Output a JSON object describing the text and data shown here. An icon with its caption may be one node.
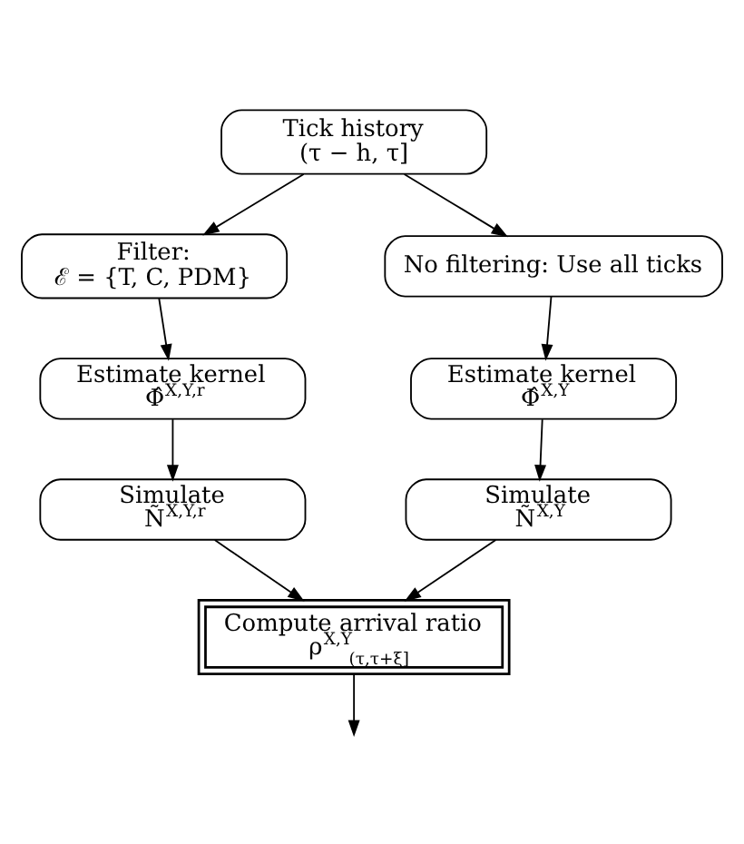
{
  "diagram": {
    "nodes": [
      {
        "text": [
          "Tick history",
          "(τ − h, τ]"
        ]
      },
      {
        "text": [
          "Filter:",
          "ℰ = {T, C, PDM}"
        ]
      },
      {
        "text": [
          "No filtering: Use all ticks"
        ]
      },
      {
        "text": [
          "Estimate kernel",
          "Φ̂$^{X,Y,r}$"
        ]
      },
      {
        "text": [
          "Estimate kernel",
          "Φ̂$^{X,Y}$"
        ]
      },
      {
        "text": [
          "Simulate",
          "Ñ$^{X,Y,r}$"
        ]
      },
      {
        "text": [
          "Simulate",
          "Ñ$^{X,Y}$"
        ]
      },
      {
        "text": [
          "Compute arrival ratio",
          "ρ$^{X,Y}$$_{(τ,τ+ξ]}$"
        ]
      }
    ],
    "edges": [
      {
        "from": 0,
        "to": 1,
        "arrow": "to"
      },
      {
        "from": 0,
        "to": 2,
        "arrow": "to"
      },
      {
        "from": 1,
        "to": 3,
        "arrow": "to"
      },
      {
        "from": 2,
        "to": 4,
        "arrow": "to"
      },
      {
        "from": 3,
        "to": 5,
        "arrow": "to"
      },
      {
        "from": 4,
        "to": 6,
        "arrow": "to"
      },
      {
        "from": 5,
        "to": 7,
        "arrow": "to"
      },
      {
        "from": 6,
        "to": 7,
        "arrow": "to"
      },
      {
        "from": 7,
        "to": null,
        "arrow": "to"
      }
    ]
  }
}
